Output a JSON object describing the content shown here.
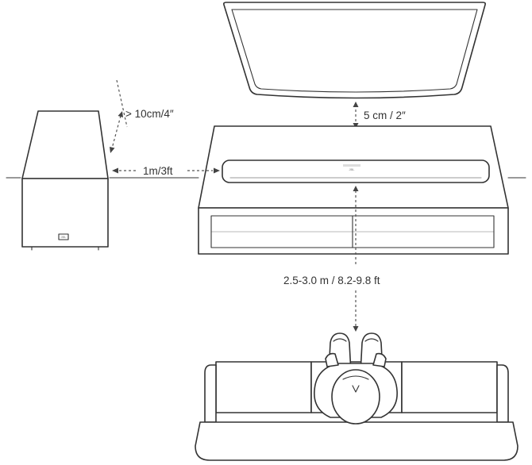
{
  "labels": {
    "sub_clearance": "> 10cm/4″",
    "tv_gap": "5 cm / 2″",
    "sub_distance": "1m/3ft",
    "listening_distance": "2.5-3.0 m / 8.2-9.8 ft"
  },
  "soundbar": {
    "brand": "JBL"
  },
  "subwoofer": {
    "brand": "JBL"
  }
}
